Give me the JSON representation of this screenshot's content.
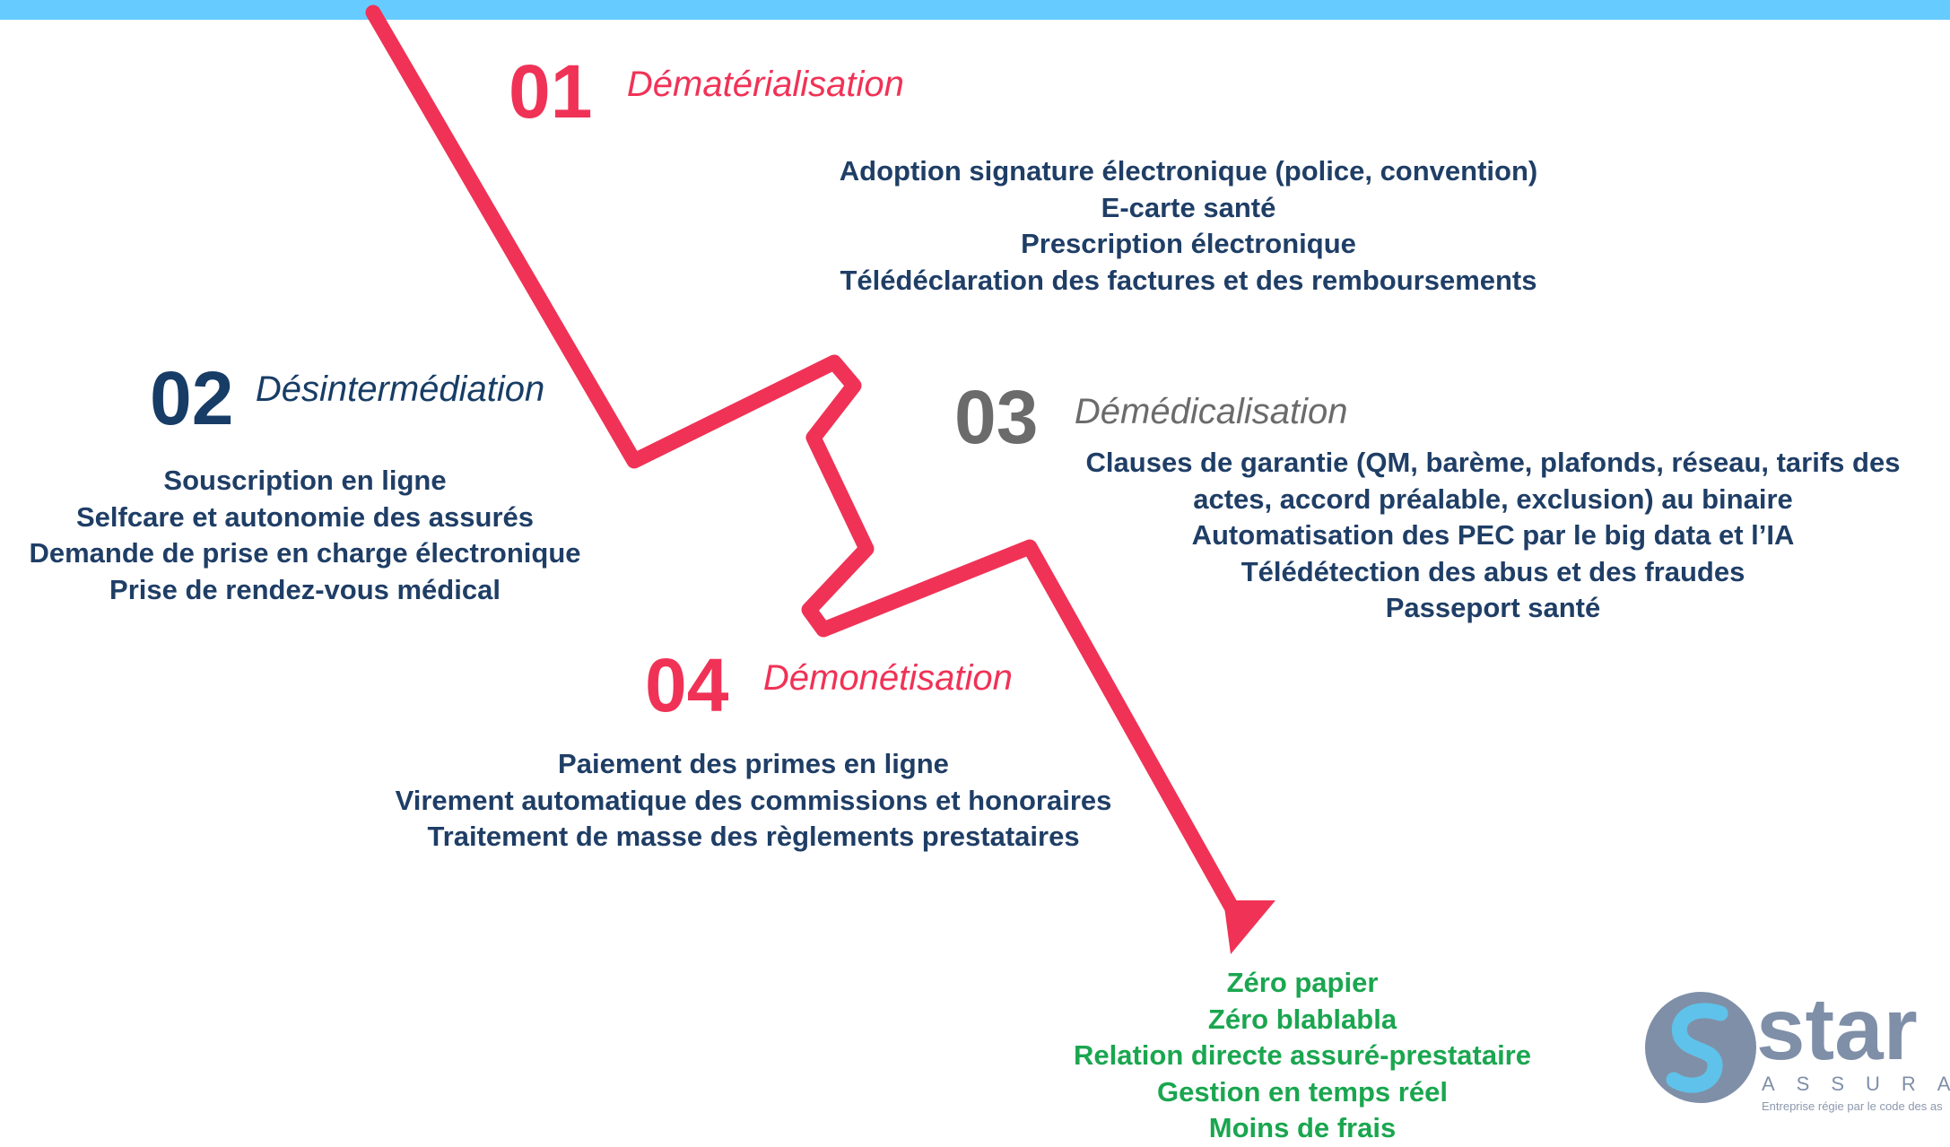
{
  "colors": {
    "top_bar": "#66ccff",
    "path": "#f03256",
    "accent_red": "#f03256",
    "accent_navy": "#173d66",
    "accent_grey": "#6b6b6b",
    "item_text": "#1f3e66",
    "results_text": "#1aa64f",
    "logo_grey": "#7f8fa8",
    "logo_blue": "#5fc2ea"
  },
  "steps": [
    {
      "number": "01",
      "title": "Dématérialisation",
      "items": [
        "Adoption signature électronique (police, convention)",
        "E-carte santé",
        "Prescription électronique",
        "Télédéclaration des factures et des remboursements"
      ]
    },
    {
      "number": "02",
      "title": "Désintermédiation",
      "items": [
        "Souscription en ligne",
        "Selfcare et autonomie des assurés",
        "Demande de prise en charge électronique",
        "Prise de rendez-vous médical"
      ]
    },
    {
      "number": "03",
      "title": "Démédicalisation",
      "items": [
        "Clauses de garantie (QM, barème, plafonds, réseau, tarifs des",
        "actes, accord préalable, exclusion) au binaire",
        "Automatisation des PEC par le big data et l’IA",
        "Télédétection des abus et des fraudes",
        "Passeport santé"
      ]
    },
    {
      "number": "04",
      "title": "Démonétisation",
      "items": [
        "Paiement des primes en ligne",
        "Virement automatique des commissions et honoraires",
        "Traitement de masse des règlements prestataires"
      ]
    }
  ],
  "results": [
    "Zéro papier",
    "Zéro blablabla",
    "Relation directe assuré-prestataire",
    "Gestion en temps réel",
    "Moins de frais"
  ],
  "logo": {
    "word": "star",
    "subtitle": "ASSURA",
    "tagline": "Entreprise régie par le code des as"
  }
}
